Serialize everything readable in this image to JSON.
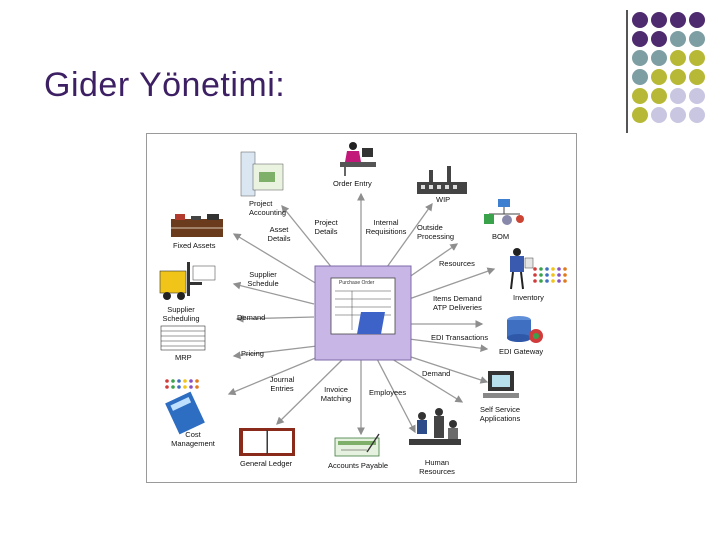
{
  "slide": {
    "title": "Gider Yönetimi:",
    "accent_colors": {
      "purple": "#4e2a6e",
      "teal": "#7d9ea3",
      "olive": "#b7b936",
      "lavender": "#c9c6e2"
    }
  },
  "diagram": {
    "center": {
      "label": "Purchase Order",
      "icon": "purchase-order-document-icon"
    },
    "labels": {
      "order_entry": "Order Entry",
      "wip": "WIP",
      "project_accounting": "Project Accounting",
      "project_details": "Project Details",
      "internal_requisitions": "Internal Requisitions",
      "outside_processing": "Outside Processing",
      "bom": "BOM",
      "fixed_assets": "Fixed Assets",
      "asset_details": "Asset Details",
      "resources": "Resources",
      "supplier_schedule": "Supplier Schedule",
      "inventory": "Inventory",
      "supplier_scheduling": "Supplier Scheduling",
      "items_demand": "Items Demand ATP Deliveries",
      "demand_left": "Demand",
      "edi_transactions": "EDI Transactions",
      "mrp": "MRP",
      "edi_gateway": "EDI Gateway",
      "pricing": "Pricing",
      "demand_right": "Demand",
      "journal_entries": "Journal Entries",
      "invoice_matching": "Invoice Matching",
      "employees": "Employees",
      "self_service": "Self Service Applications",
      "cost_management": "Cost Management",
      "general_ledger": "General Ledger",
      "accounts_payable": "Accounts Payable",
      "human_resources": "Human Resources"
    },
    "icons": [
      "order-entry-person-icon",
      "wip-factory-icon",
      "project-accounting-spreadsheet-icon",
      "fixed-assets-building-icon",
      "bom-hierarchy-icon",
      "supplier-forklift-icon",
      "inventory-worker-icon",
      "mrp-report-icon",
      "edi-gateway-database-icon",
      "cost-management-calculator-icon",
      "self-service-computer-icon",
      "general-ledger-book-icon",
      "accounts-payable-check-icon",
      "human-resources-people-icon"
    ]
  }
}
